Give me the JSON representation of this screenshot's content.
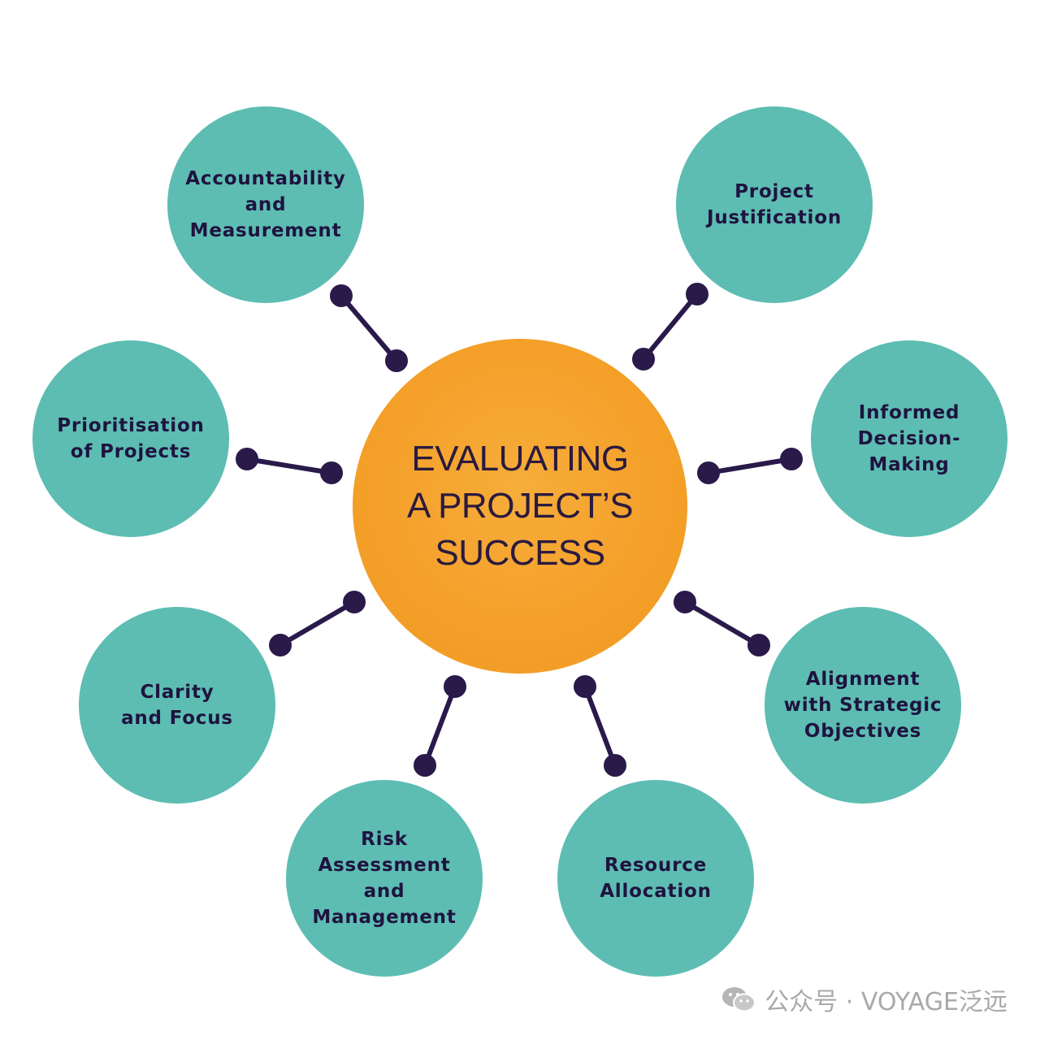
{
  "center": {
    "title": "EVALUATING A PROJECT’S SUCCESS"
  },
  "nodes": [
    {
      "id": "accountability",
      "label": "Accountability\nand\nMeasurement"
    },
    {
      "id": "justification",
      "label": "Project\nJustification"
    },
    {
      "id": "prioritisation",
      "label": "Prioritisation\nof Projects"
    },
    {
      "id": "informed-decision",
      "label": "Informed\nDecision-\nMaking"
    },
    {
      "id": "clarity",
      "label": "Clarity\nand Focus"
    },
    {
      "id": "alignment",
      "label": "Alignment\nwith Strategic\nObjectives"
    },
    {
      "id": "risk",
      "label": "Risk\nAssessment\nand\nManagement"
    },
    {
      "id": "resource",
      "label": "Resource\nAllocation"
    }
  ],
  "watermark": {
    "text": "公众号 · VOYAGE泛远",
    "icon": "wechat-icon"
  },
  "colors": {
    "center": "#f4a02a",
    "node": "#5dbdb2",
    "connector": "#2a1a4a",
    "text": "#1f1340"
  }
}
